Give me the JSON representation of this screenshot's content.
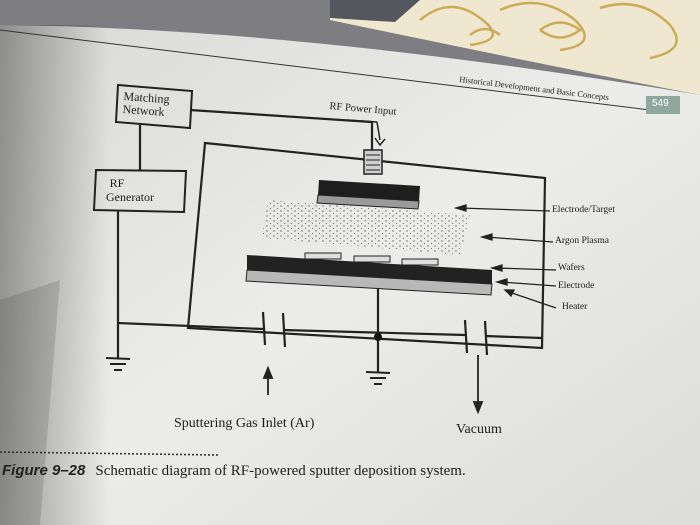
{
  "header": {
    "running_title": "Historical Development and Basic Concepts",
    "page_number": "549"
  },
  "diagram": {
    "matching_network": [
      "Matching",
      "Network"
    ],
    "rf_generator": [
      "RF",
      "Generator"
    ],
    "rf_power_input": "RF Power Input",
    "callouts": [
      "Electrode/Target",
      "Argon Plasma",
      "Wafers",
      "Electrode",
      "Heater"
    ],
    "gas_inlet": "Sputtering Gas Inlet (Ar)",
    "vacuum": "Vacuum"
  },
  "caption": {
    "figure_number": "Figure 9–28",
    "text": "Schematic diagram of RF-powered sputter deposition system."
  },
  "colors": {
    "paper": "#e9e9e6",
    "ink": "#1e1e1e",
    "page_badge": "#8fa79f"
  }
}
